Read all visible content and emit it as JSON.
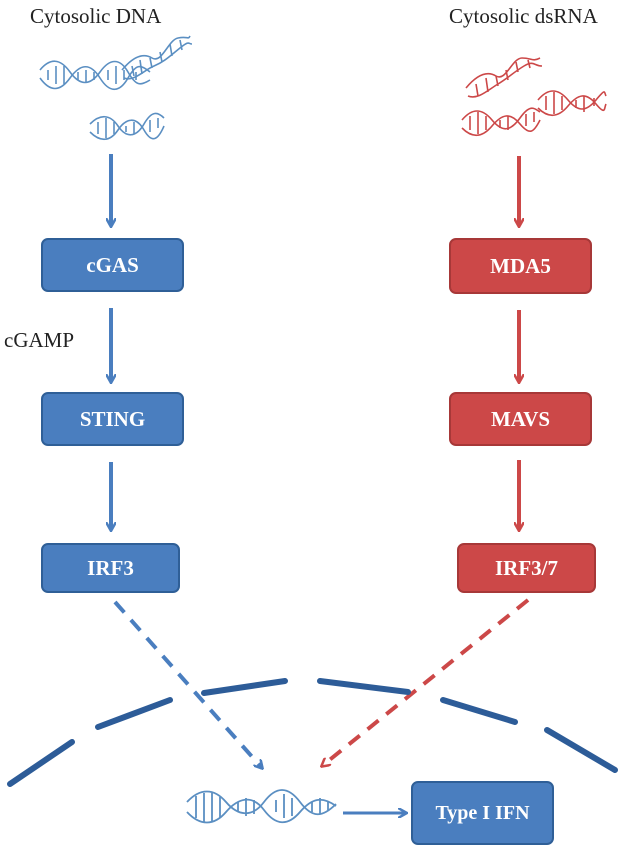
{
  "labels": {
    "dna_title": "Cytosolic DNA",
    "rna_title": "Cytosolic dsRNA",
    "cgamp": "cGAMP"
  },
  "dna_pathway": [
    "cGAS",
    "STING",
    "IRF3"
  ],
  "rna_pathway": [
    "MDA5",
    "MAVS",
    "IRF3/7"
  ],
  "output": "Type I IFN",
  "colors": {
    "dna": "#4a7ebf",
    "rna": "#cc4848",
    "membrane": "#2f5f97",
    "text": "#222222"
  }
}
